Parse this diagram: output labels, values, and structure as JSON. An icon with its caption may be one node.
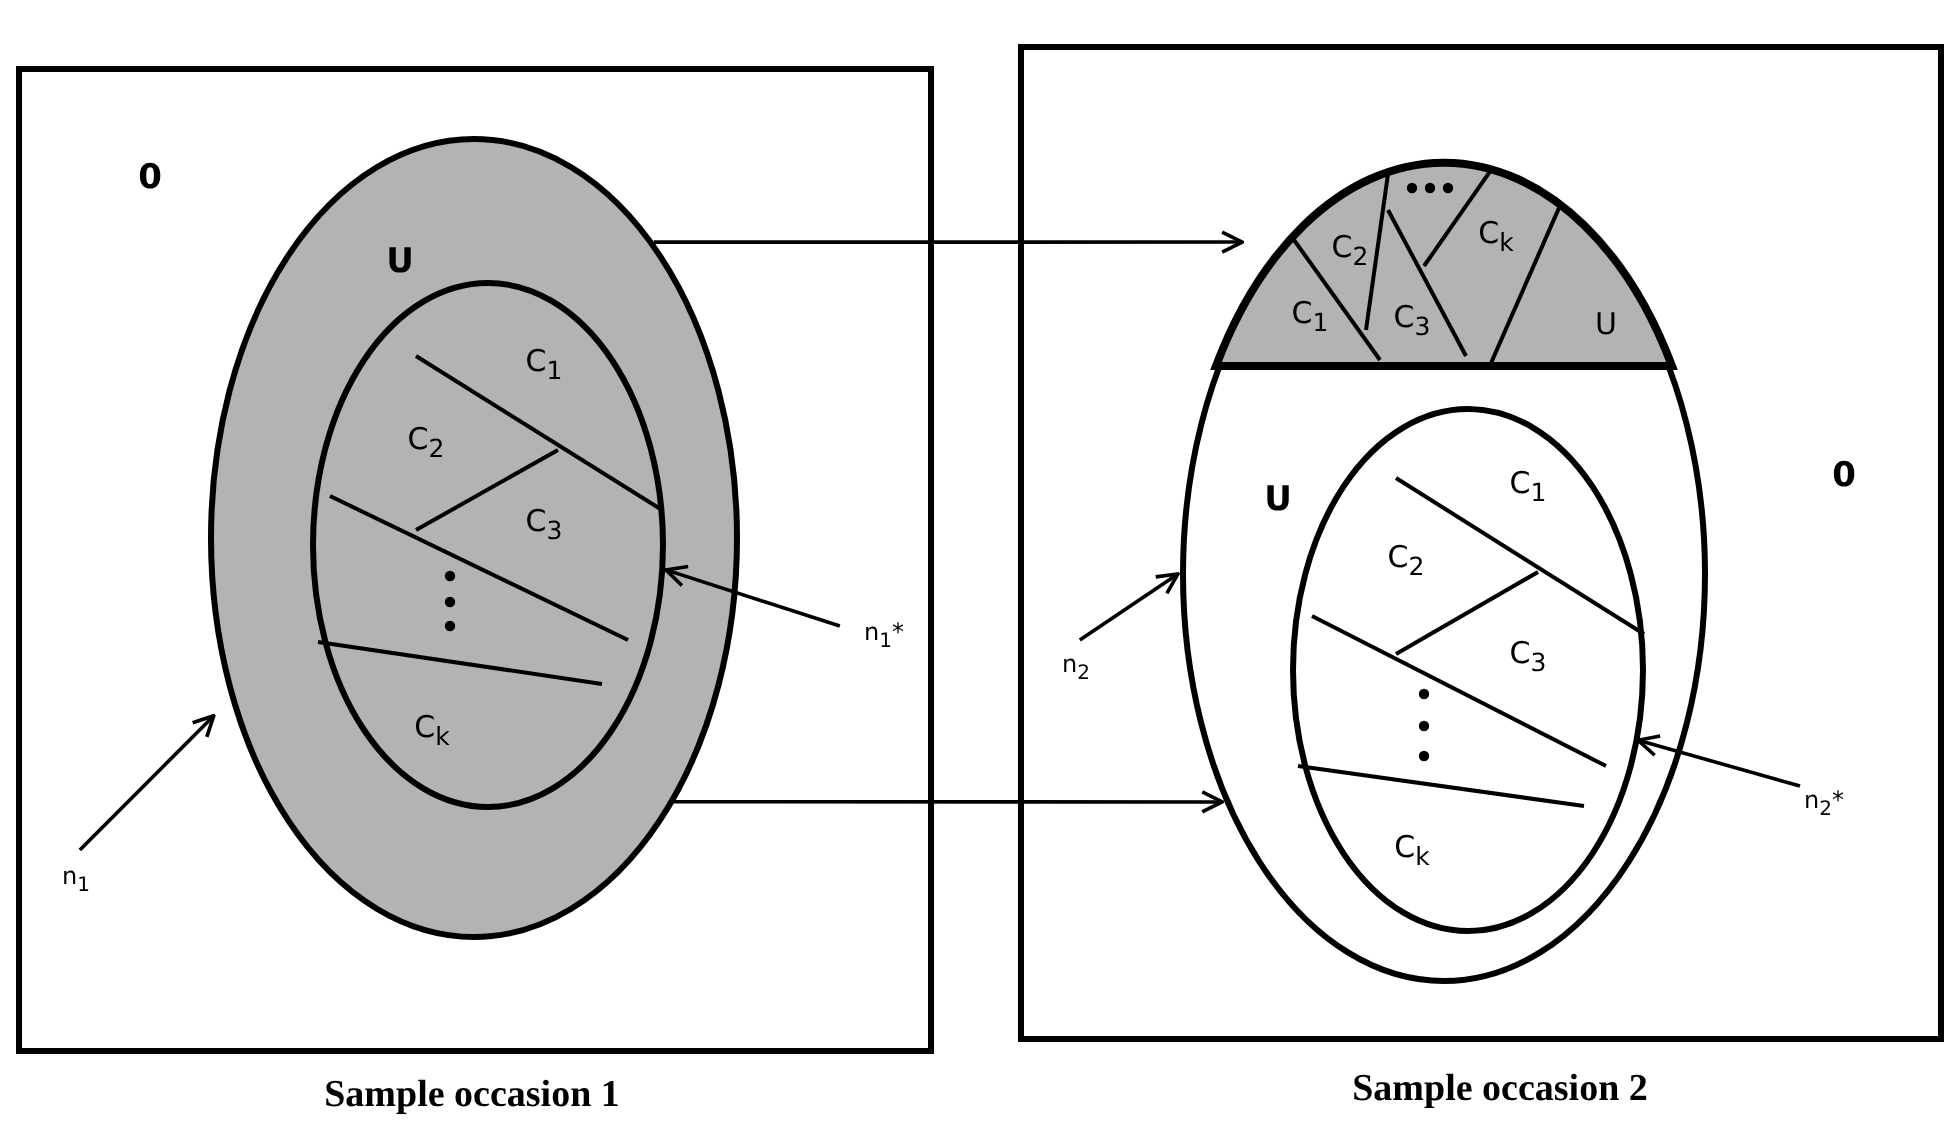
{
  "diagram": {
    "nodes": [
      {
        "text": [
          "0"
        ]
      },
      {
        "text": [
          "U"
        ],
        "in": 0
      },
      {
        "text": [
          "C$_{1}$",
          "C$_{2}$",
          "C$_{3}$",
          "C$_{k}$"
        ],
        "in": 1
      },
      {
        "text": [
          "n$_{1}$"
        ],
        "in": 0
      },
      {
        "text": [
          "n$_{1}$*"
        ],
        "in": 0
      },
      {
        "text": [
          "0"
        ]
      },
      {
        "text": [
          "U"
        ],
        "in": 5
      },
      {
        "text": [
          "C$_{1}$",
          "C$_{2}$",
          "C$_{3}$",
          "C$_{k}$",
          "U"
        ],
        "in": 6
      },
      {
        "text": [
          "C$_{1}$",
          "C$_{2}$",
          "C$_{3}$",
          "C$_{k}$"
        ],
        "in": 6
      },
      {
        "text": [
          "n$_{2}$"
        ],
        "in": 5
      },
      {
        "text": [
          "n$_{2}$*"
        ],
        "in": 5
      }
    ],
    "edges": [
      {
        "from": 1,
        "to": 7,
        "arrow": "to"
      },
      {
        "from": 1,
        "to": 6,
        "arrow": "to"
      },
      {
        "from": 3,
        "to": 1,
        "arrow": "to"
      },
      {
        "from": 4,
        "to": 2,
        "arrow": "to"
      },
      {
        "from": 9,
        "to": 6,
        "arrow": "to"
      },
      {
        "from": 10,
        "to": 8,
        "arrow": "to"
      }
    ],
    "labels": [
      "Sample occasion 1",
      "Sample occasion 2"
    ]
  }
}
